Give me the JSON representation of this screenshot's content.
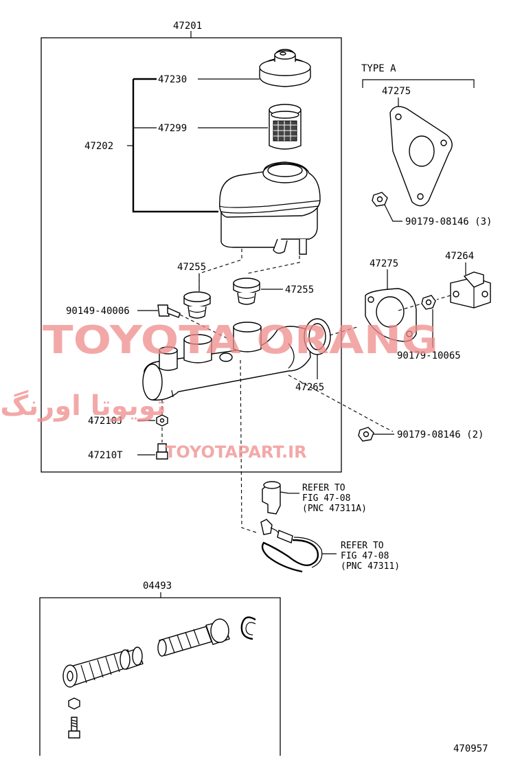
{
  "labels": {
    "assy": "47201",
    "reservoir_sub": "47202",
    "cap": "47230",
    "strainer": "47299",
    "grommet_left": "47255",
    "grommet_right": "47255",
    "screw_a": "90149-40006",
    "gasket_ring": "47265",
    "plate_gasket_b": "47275",
    "bracket": "47264",
    "nut_b": "90179-10065",
    "nut_c": "90179-08146 (2)",
    "washer": "47210J",
    "bolt": "47210T",
    "kit": "04493",
    "diagram_no": "470957"
  },
  "type_a": {
    "title": "TYPE A",
    "gasket": "47275",
    "nut": "90179-08146 (3)"
  },
  "refer_1": {
    "line1": "REFER TO",
    "line2": "FIG 47-08",
    "line3": "(PNC 47311A)"
  },
  "refer_2": {
    "line1": "REFER TO",
    "line2": "FIG 47-08",
    "line3": "(PNC 47311)"
  },
  "watermark": {
    "brand": "TOYOTA ORANG",
    "site": "TOYOTAPART.IR",
    "persian": "تویوتا اورنگ"
  }
}
